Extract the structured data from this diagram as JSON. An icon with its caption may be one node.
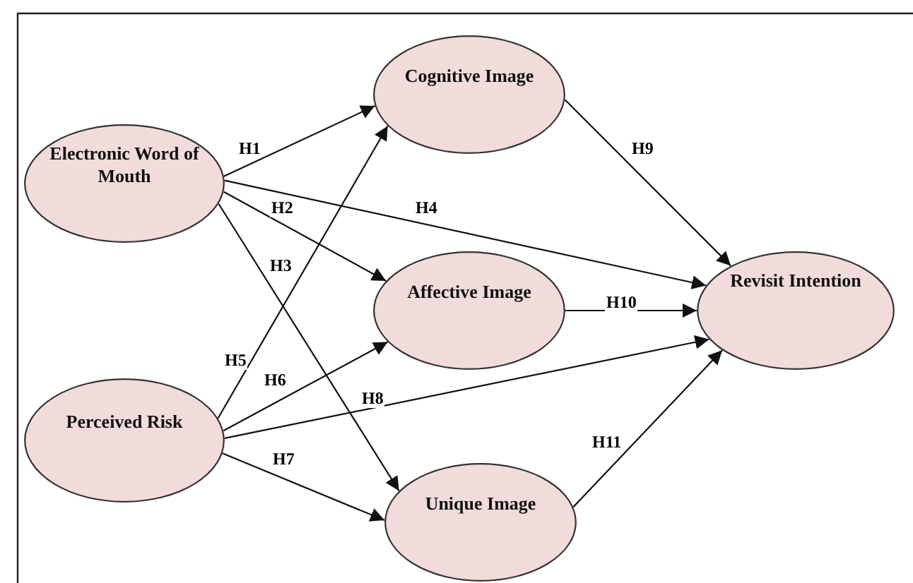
{
  "diagram": {
    "nodes": [
      {
        "text": [
          "Electronic Word of Mouth"
        ]
      },
      {
        "text": [
          "Perceived Risk"
        ]
      },
      {
        "text": [
          "Cognitive Image"
        ]
      },
      {
        "text": [
          "Affective Image"
        ]
      },
      {
        "text": [
          "Unique Image"
        ]
      },
      {
        "text": [
          "Revisit Intention"
        ]
      }
    ],
    "edges": [
      {
        "from": 0,
        "to": 2,
        "arrow": "to",
        "label": "H1"
      },
      {
        "from": 0,
        "to": 3,
        "arrow": "to",
        "label": "H2"
      },
      {
        "from": 0,
        "to": 4,
        "arrow": "to",
        "label": "H3"
      },
      {
        "from": 0,
        "to": 5,
        "arrow": "to",
        "label": "H4"
      },
      {
        "from": 1,
        "to": 2,
        "arrow": "to",
        "label": "H5"
      },
      {
        "from": 1,
        "to": 3,
        "arrow": "to",
        "label": "H6"
      },
      {
        "from": 1,
        "to": 4,
        "arrow": "to",
        "label": "H7"
      },
      {
        "from": 1,
        "to": 5,
        "arrow": "to",
        "label": "H8"
      },
      {
        "from": 2,
        "to": 5,
        "arrow": "to",
        "label": "H9"
      },
      {
        "from": 3,
        "to": 5,
        "arrow": "to",
        "label": "H10"
      },
      {
        "from": 4,
        "to": 5,
        "arrow": "to",
        "label": "H11"
      }
    ]
  }
}
